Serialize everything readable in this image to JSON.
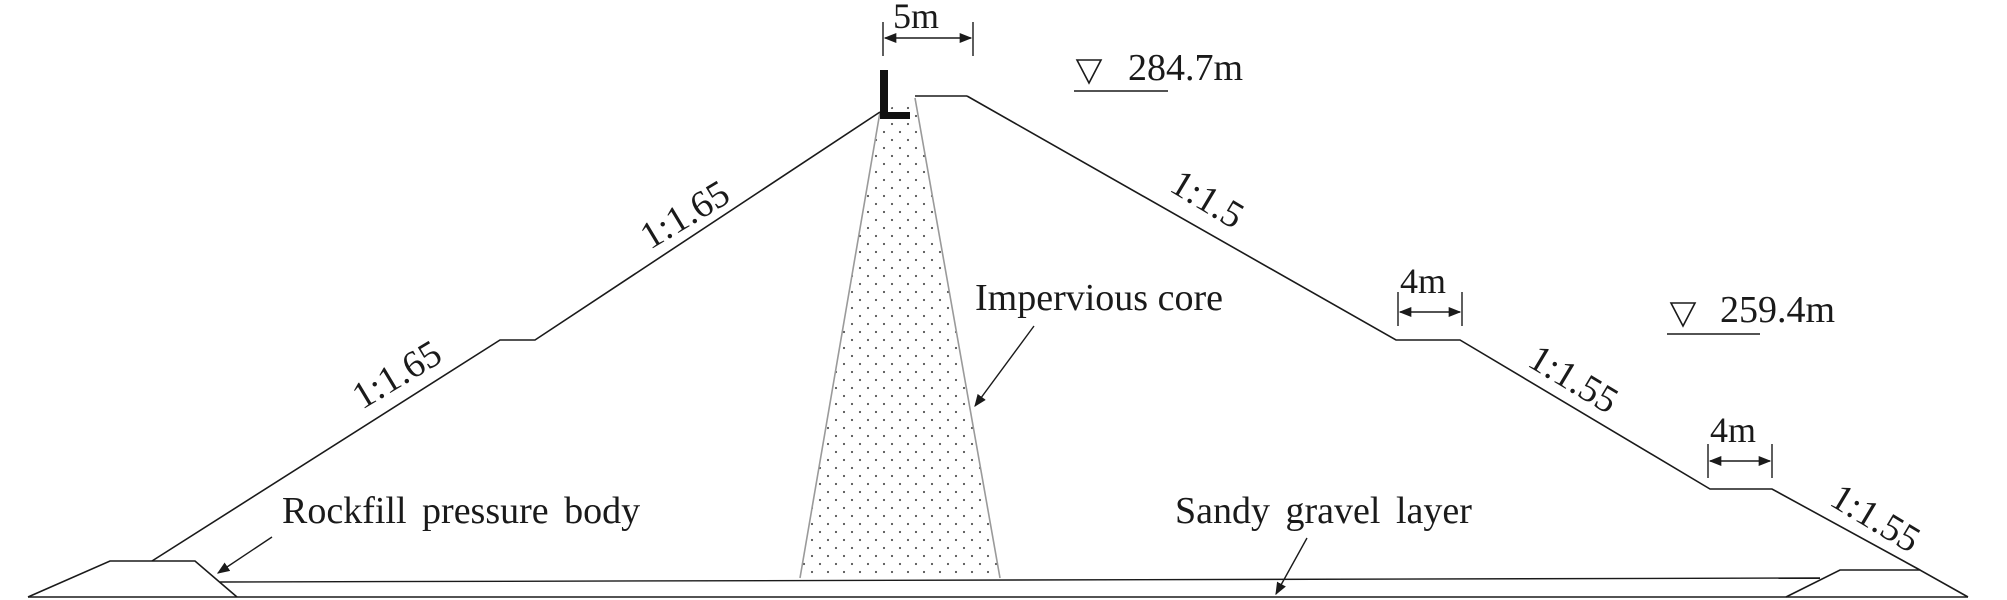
{
  "diagram": {
    "elevations": {
      "crest": "284.7m",
      "downstream": "259.4m"
    },
    "dimensions": {
      "crest_width": "5m",
      "berm_upper": "4m",
      "berm_lower": "4m"
    },
    "slopes": {
      "upstream_upper": "1:1.65",
      "upstream_lower": "1:1.65",
      "downstream_upper": "1:1.5",
      "downstream_middle": "1:1.55",
      "downstream_lower": "1:1.55"
    },
    "labels": {
      "core": "Impervious core",
      "rockfill": "Rockfill pressure body",
      "gravel": "Sandy gravel layer"
    },
    "symbols": {
      "water_level": "triangle-down-icon",
      "wave_wall": "l-shaped-wall-icon"
    }
  }
}
